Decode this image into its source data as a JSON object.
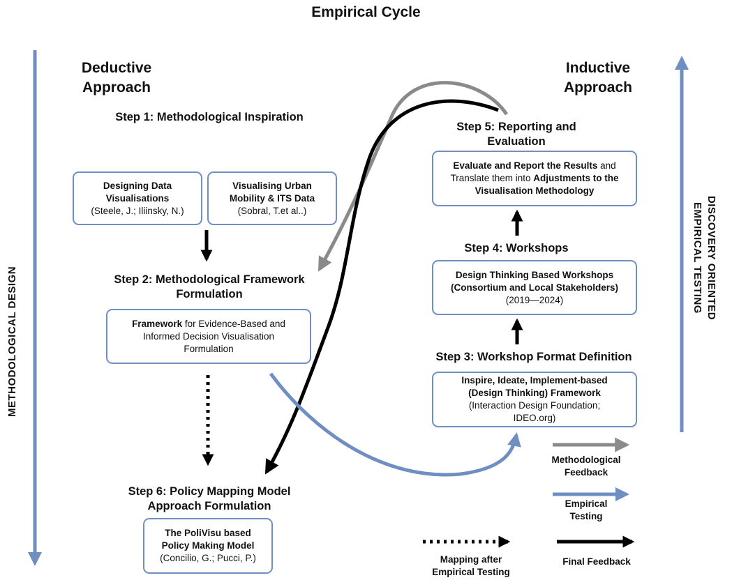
{
  "title": "Empirical Cycle",
  "deductive_heading": [
    "Deductive",
    "Approach"
  ],
  "inductive_heading": [
    "Inductive",
    "Approach"
  ],
  "left_axis_label": "METHODOLOGICAL DESIGN",
  "right_axis_label": [
    "DISCOVERY ORIENTED",
    "EMPIRICAL TESTING"
  ],
  "steps": {
    "step1": "Step 1: Methodological Inspiration",
    "step2": [
      "Step 2: Methodological Framework",
      "Formulation"
    ],
    "step3": "Step 3: Workshop Format Definition",
    "step4": "Step 4: Workshops",
    "step5": [
      "Step 5: Reporting and",
      "Evaluation"
    ],
    "step6": [
      "Step 6: Policy Mapping Model",
      "Approach Formulation"
    ]
  },
  "boxes": {
    "designing": {
      "title": [
        "Designing Data",
        "Visualisations"
      ],
      "ref": "(Steele, J.; Iliinsky, N.)"
    },
    "urban": {
      "title": [
        "Visualising Urban",
        "Mobility & ITS Data"
      ],
      "ref": "(Sobral, T.et al..)"
    },
    "framework": {
      "bold": "Framework",
      "rest1": " for Evidence-Based and",
      "line2": "Informed Decision Visualisation",
      "line3": "Formulation"
    },
    "policy": {
      "title": [
        "The PoliVisu based",
        "Policy Making Model"
      ],
      "ref": "(Concilio, G.; Pucci, P.)"
    },
    "inspire": {
      "title": [
        "Inspire, Ideate, Implement-based",
        "(Design Thinking)  Framework"
      ],
      "ref": [
        "(Interaction Design Foundation;",
        "IDEO.org)"
      ]
    },
    "workshops": {
      "title": [
        "Design Thinking Based Workshops",
        "(Consortium and Local Stakeholders)"
      ],
      "ref": "(2019—2024)"
    },
    "evaluate": {
      "b1": "Evaluate and Report the Results",
      "t1": " and",
      "t2": "Translate them into ",
      "b2": "Adjustments to the",
      "b3": "Visualisation Methodology"
    }
  },
  "legend": {
    "methodological": [
      "Methodological",
      "Feedback"
    ],
    "empirical": [
      "Empirical",
      "Testing"
    ],
    "mapping": [
      "Mapping after",
      "Empirical Testing"
    ],
    "final": "Final Feedback"
  },
  "colors": {
    "blue": "#6f8fc2",
    "gray": "#8a8a8a",
    "black": "#000000",
    "box_border": "#6f8fc2"
  }
}
